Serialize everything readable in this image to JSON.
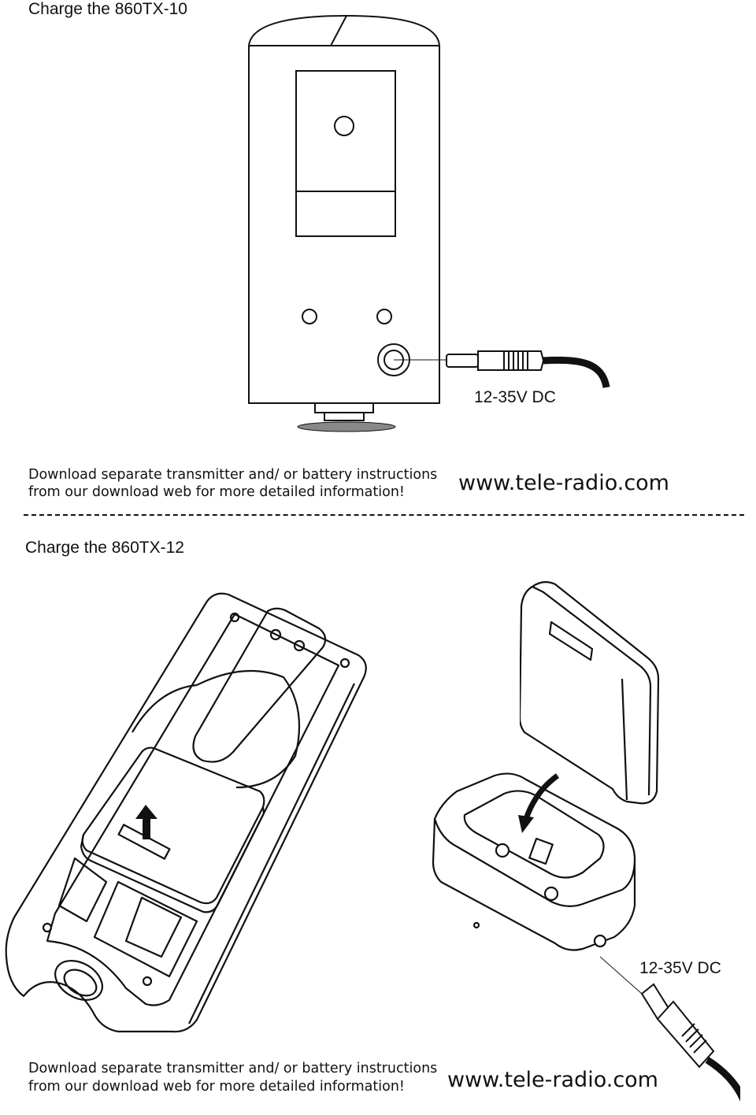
{
  "section1": {
    "heading": "Charge the 860TX-10",
    "voltage_label": "12-35V DC",
    "note_line1": "Download separate transmitter and/ or battery instructions",
    "note_line2": "from our download web for more detailed information!",
    "url": "www.tele-radio.com"
  },
  "section2": {
    "heading": "Charge the 860TX-12",
    "voltage_label": "12-35V DC",
    "note_line1": "Download separate transmitter and/ or battery instructions",
    "note_line2": "from our download web for more detailed information!",
    "url": "www.tele-radio.com"
  },
  "icons": [
    "transmitter-860tx-10-illustration",
    "dc-plug-icon",
    "transmitter-860tx-12-illustration",
    "battery-pack-illustration",
    "charger-dock-illustration",
    "arrow-up-icon",
    "curved-arrow-icon"
  ],
  "colors": {
    "line": "#111111",
    "background": "#ffffff"
  }
}
